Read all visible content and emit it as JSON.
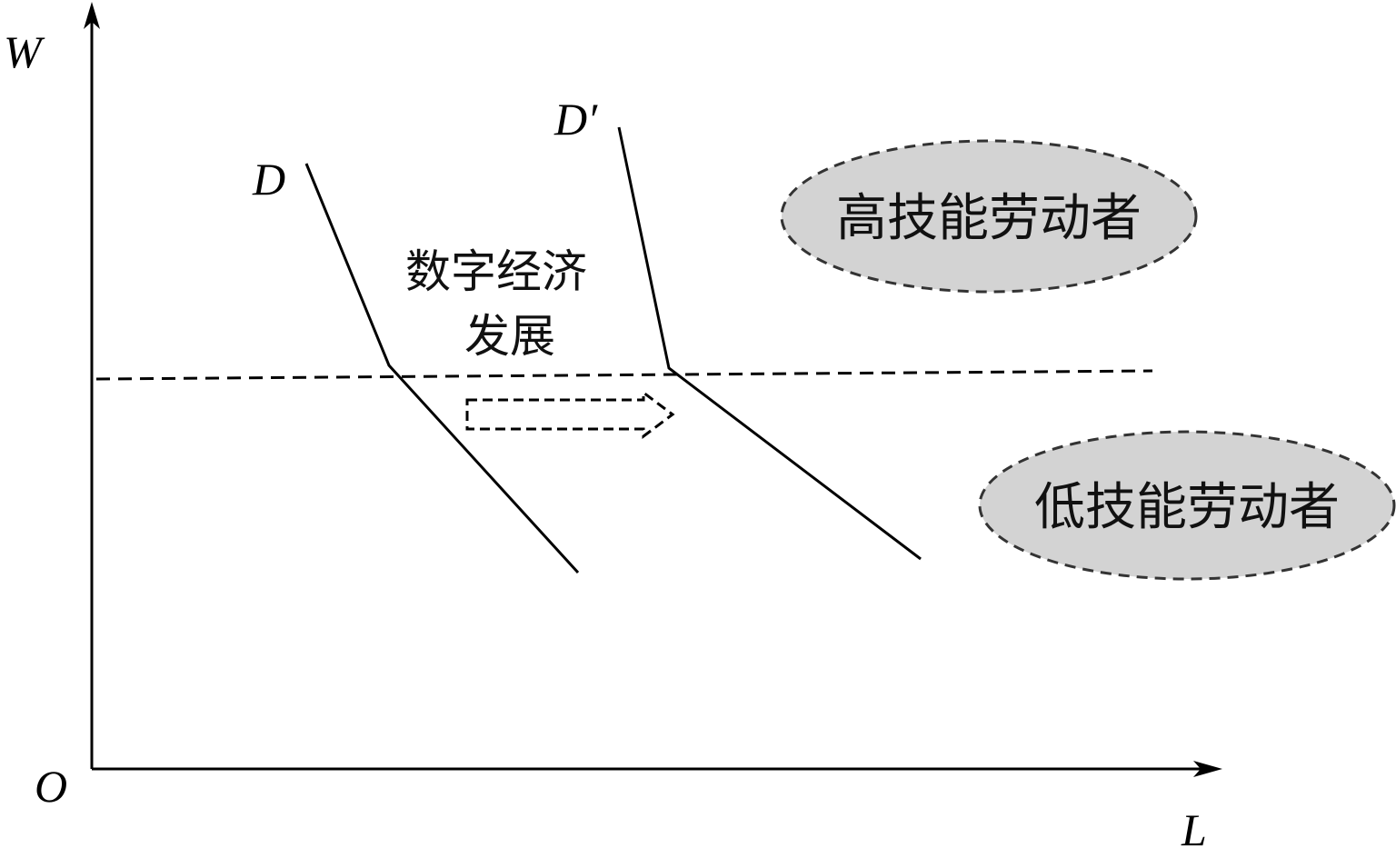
{
  "axes": {
    "y_label": "W",
    "x_label": "L",
    "origin_label": "O"
  },
  "curves": {
    "original_label": "D",
    "shifted_label": "D′"
  },
  "shift_annotation": {
    "line1": "数字经济",
    "line2": "发展"
  },
  "groups": {
    "high_skill": "高技能劳动者",
    "low_skill": "低技能劳动者"
  },
  "colors": {
    "line": "#000000",
    "ellipse_fill": "#d3d3d3",
    "ellipse_stroke": "#333333"
  }
}
